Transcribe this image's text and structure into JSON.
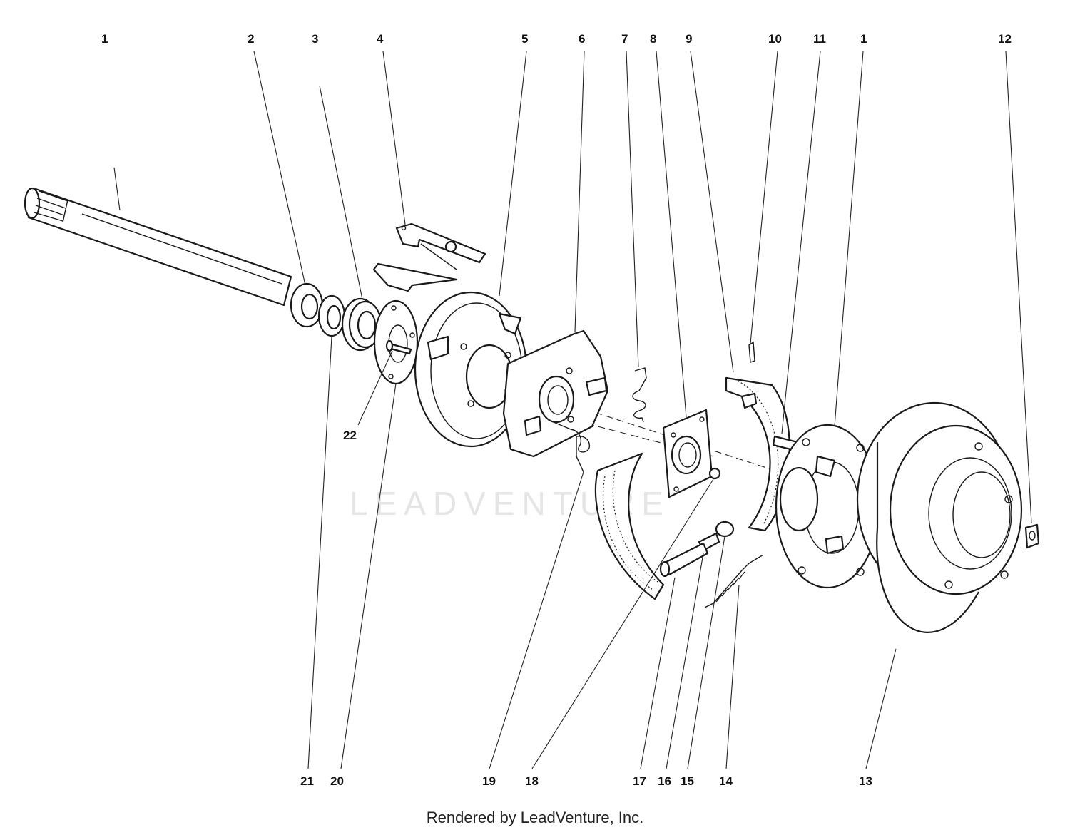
{
  "diagram": {
    "callouts": [
      "1",
      "2",
      "3",
      "4",
      "5",
      "6",
      "7",
      "8",
      "9",
      "10",
      "11",
      "1",
      "12",
      "22",
      "21",
      "20",
      "19",
      "18",
      "17",
      "16",
      "15",
      "14",
      "13"
    ],
    "watermark": "LEADVENTURE",
    "credit": "Rendered by LeadVenture, Inc."
  }
}
